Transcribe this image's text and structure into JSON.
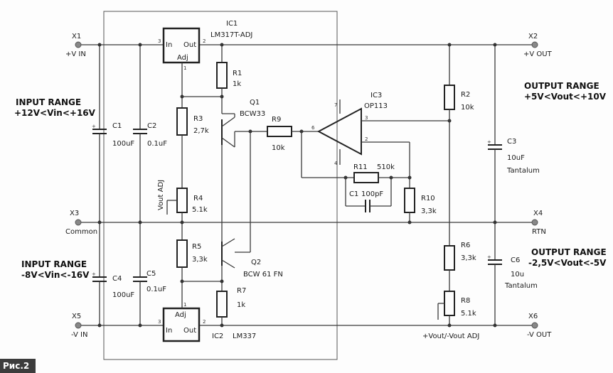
{
  "figure_label": "Рис.2",
  "terminals": {
    "x1": {
      "id": "X1",
      "name": "+V IN"
    },
    "x2": {
      "id": "X2",
      "name": "+V OUT"
    },
    "x3": {
      "id": "X3",
      "name": "Common"
    },
    "x4": {
      "id": "X4",
      "name": "RTN"
    },
    "x5": {
      "id": "X5",
      "name": "-V IN"
    },
    "x6": {
      "id": "X6",
      "name": "-V OUT"
    }
  },
  "ranges": {
    "input_pos_title": "INPUT RANGE",
    "input_pos_value": "+12V<Vin<+16V",
    "input_neg_title": "INPUT RANGE",
    "input_neg_value": "-8V<Vin<-16V",
    "output_pos_title": "OUTPUT RANGE",
    "output_pos_value": "+5V<Vout<+10V",
    "output_neg_title": "OUTPUT RANGE",
    "output_neg_value": "-2,5V<Vout<-5V"
  },
  "ics": {
    "ic1": {
      "ref": "IC1",
      "part": "LM317T-ADJ",
      "pin_in": "In",
      "pin_out": "Out",
      "pin_adj": "Adj"
    },
    "ic2": {
      "ref": "IC2",
      "part": "LM337",
      "pin_in": "In",
      "pin_out": "Out",
      "pin_adj": "Adj"
    },
    "ic3": {
      "ref": "IC3",
      "part": "OP113"
    }
  },
  "pins": {
    "p1": "1",
    "p2": "2",
    "p3": "3",
    "p4": "4",
    "p6": "6",
    "p7": "7"
  },
  "components": {
    "c1": {
      "ref": "C1",
      "value": "100uF"
    },
    "c2": {
      "ref": "C2",
      "value": "0.1uF"
    },
    "c3": {
      "ref": "C3",
      "value": "10uF",
      "note": "Tantalum"
    },
    "c4": {
      "ref": "C4",
      "value": "100uF"
    },
    "c5": {
      "ref": "C5",
      "value": "0.1uF"
    },
    "c6": {
      "ref": "C6",
      "value": "10u",
      "note": "Tantalum"
    },
    "cf": {
      "ref": "C1",
      "value": "100pF"
    },
    "r1": {
      "ref": "R1",
      "value": "1k"
    },
    "r2": {
      "ref": "R2",
      "value": "10k"
    },
    "r3": {
      "ref": "R3",
      "value": "2,7k"
    },
    "r4": {
      "ref": "R4",
      "value": "5.1k"
    },
    "r5": {
      "ref": "R5",
      "value": "3,3k"
    },
    "r6": {
      "ref": "R6",
      "value": "3,3k"
    },
    "r7": {
      "ref": "R7",
      "value": "1k"
    },
    "r8": {
      "ref": "R8",
      "value": "5.1k"
    },
    "r9": {
      "ref": "R9",
      "value": "10k"
    },
    "r10": {
      "ref": "R10",
      "value": "3,3k"
    },
    "r11": {
      "ref": "R11",
      "value": "510k"
    },
    "q1": {
      "ref": "Q1",
      "part": "BCW33"
    },
    "q2": {
      "ref": "Q2",
      "part": "BCW 61 FN"
    }
  },
  "adj_labels": {
    "vout_adj": "Vout ADJ",
    "pm_adj": "+Vout/-Vout  ADJ"
  },
  "polarity": "+"
}
